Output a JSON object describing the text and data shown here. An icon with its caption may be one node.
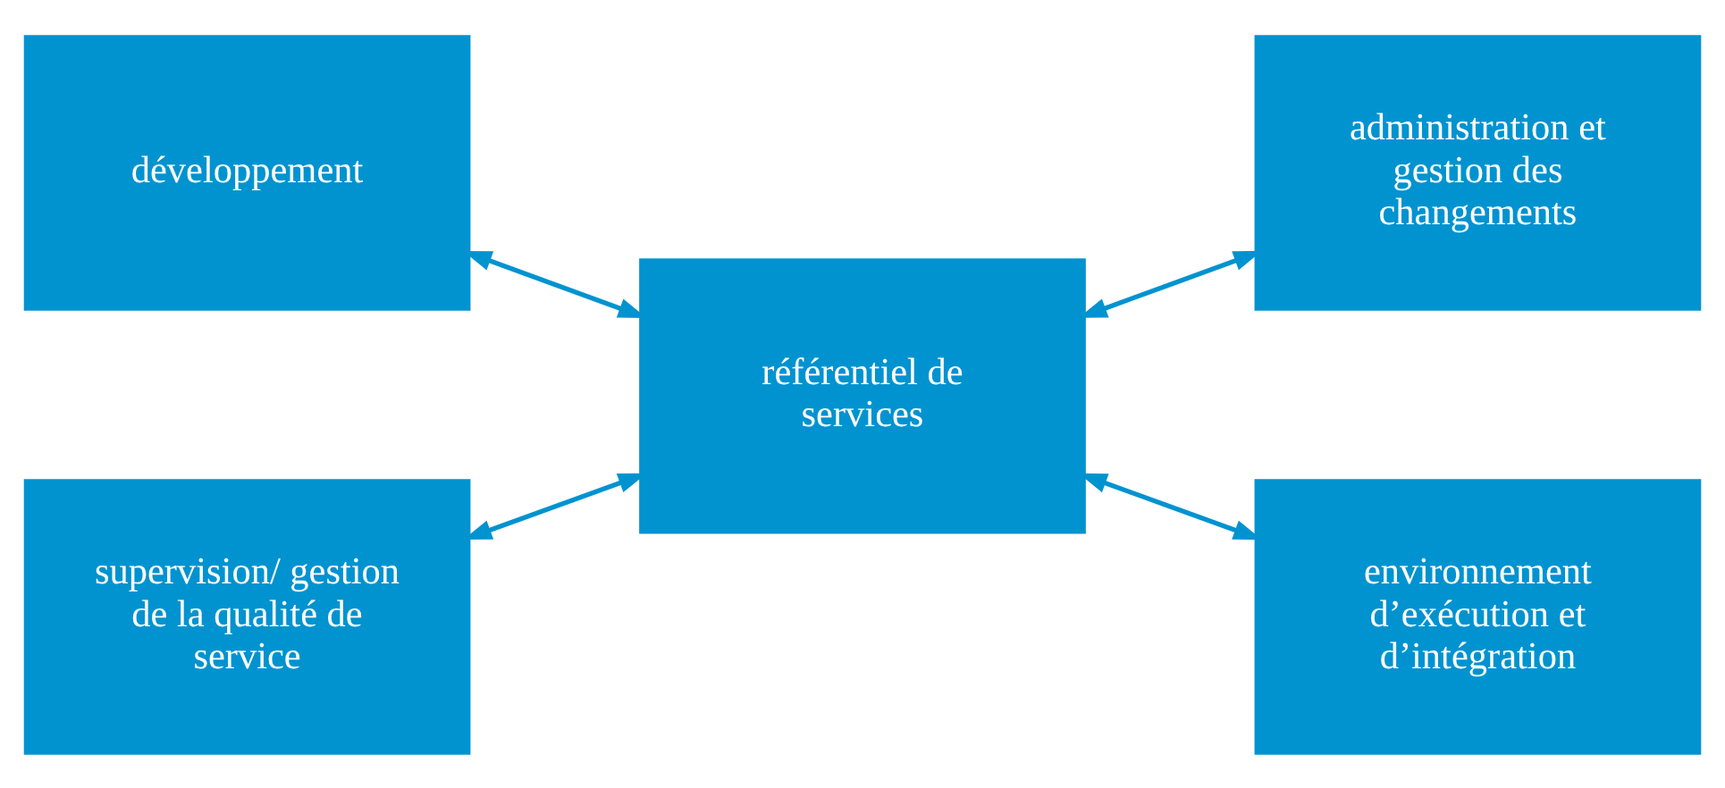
{
  "diagram": {
    "nodes": [
      {
        "text": [
          "développement"
        ]
      },
      {
        "text": [
          "administration et gestion des changements"
        ]
      },
      {
        "text": [
          "référentiel de services"
        ]
      },
      {
        "text": [
          "supervision/ gestion de la qualité de service"
        ]
      },
      {
        "text": [
          "environnement d’exécution et d’intégration"
        ]
      }
    ],
    "edges": [
      {
        "from": 0,
        "to": 2,
        "arrow": "both"
      },
      {
        "from": 2,
        "to": 1,
        "arrow": "both"
      },
      {
        "from": 3,
        "to": 2,
        "arrow": "both"
      },
      {
        "from": 2,
        "to": 4,
        "arrow": "both"
      }
    ]
  }
}
